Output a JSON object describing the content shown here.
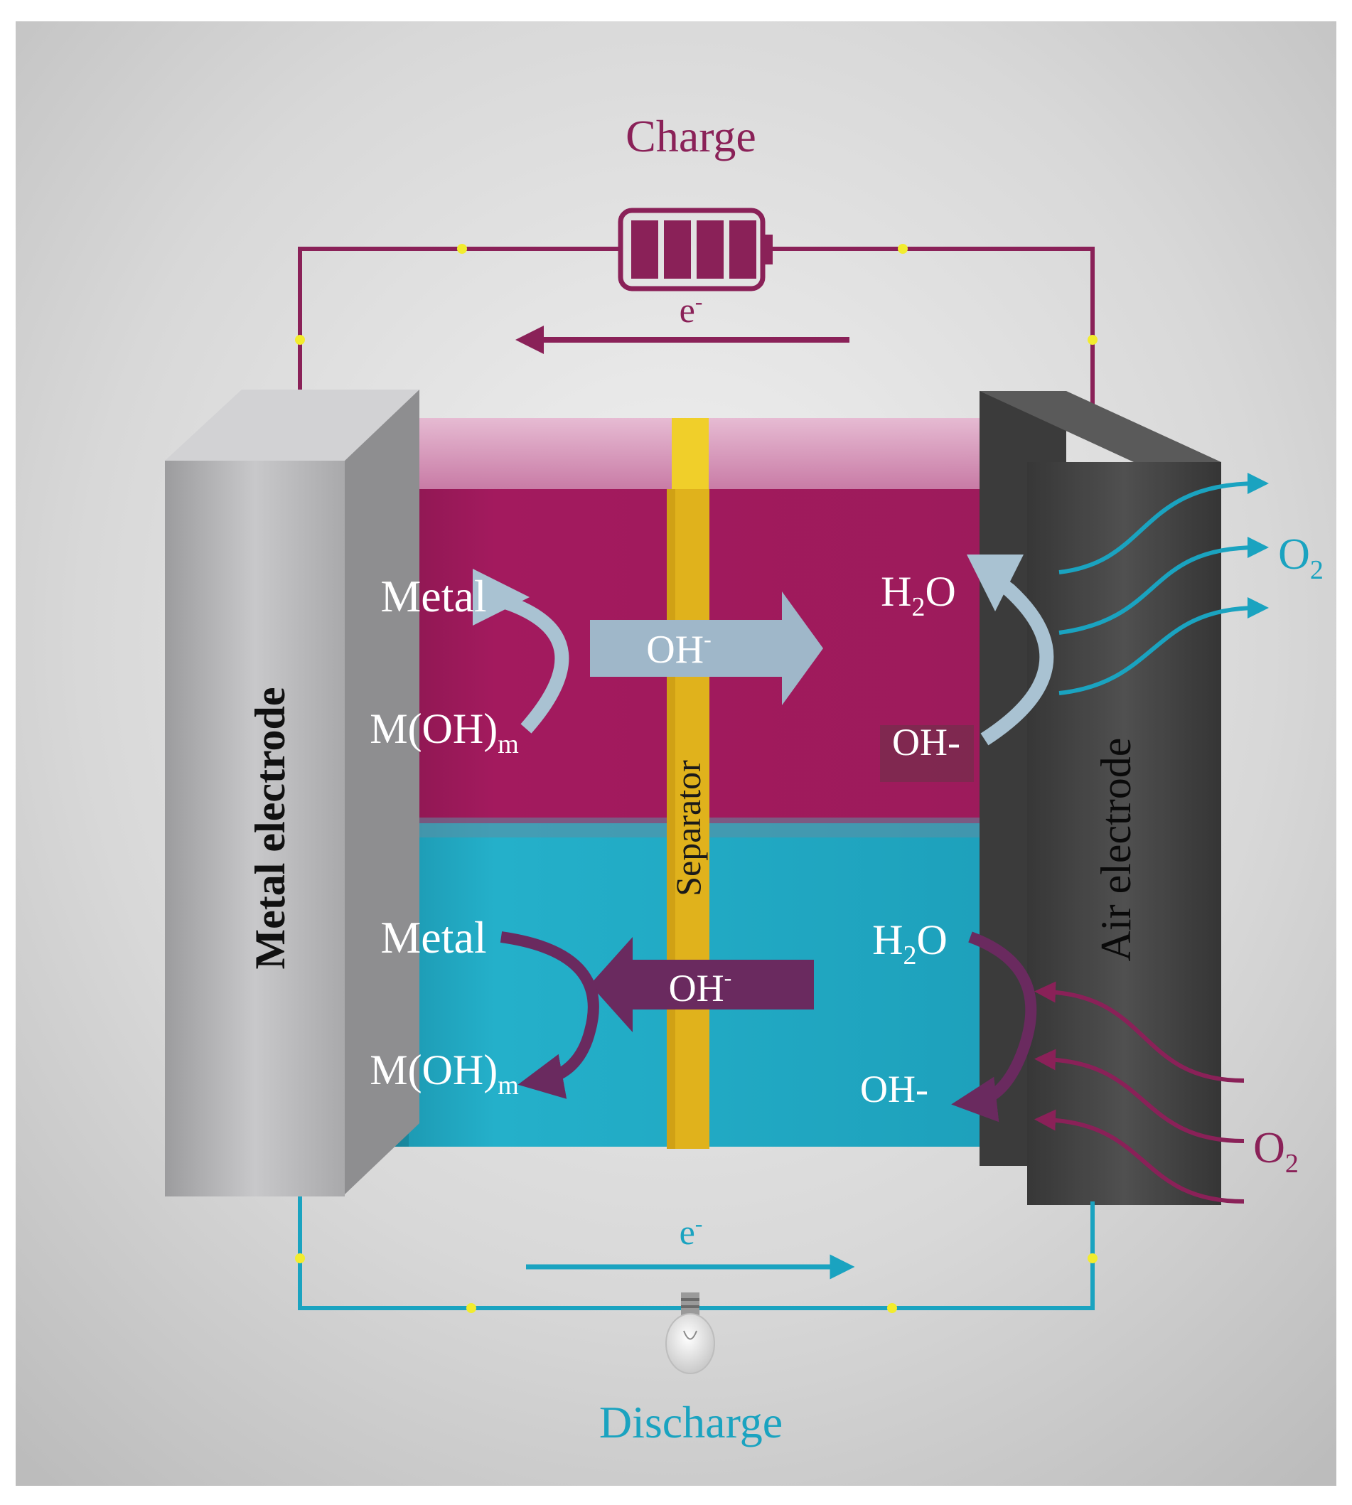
{
  "colors": {
    "charge": "#8a2158",
    "discharge": "#1aa3c0",
    "charge_electrolyte": "#a31a5e",
    "discharge_electrolyte": "#22aac4",
    "separator": "#e0b21c",
    "metal_electrode": "#b7b7b9",
    "air_electrode": "#474747",
    "ion_arrow_charge": "#9fb7c9",
    "ion_arrow_discharge": "#6a2a5f",
    "node": "#f2ec2e",
    "label_white": "#ffffff"
  },
  "circuit": {
    "charge_label": "Charge",
    "discharge_label": "Discharge",
    "electron_top": "e",
    "electron_top_sup": "-",
    "electron_bottom": "e",
    "electron_bottom_sup": "-",
    "charge_source_icon": "battery-icon",
    "discharge_load_icon": "light-bulb-icon"
  },
  "electrodes": {
    "metal": "Metal electrode",
    "air": "Air electrode",
    "separator": "Separator"
  },
  "charge_reaction": {
    "metal": "Metal",
    "hydroxide_base": "M(OH)",
    "hydroxide_sub": "m",
    "ion_base": "OH",
    "ion_sup": "-",
    "water_h": "H",
    "water_sub": "2",
    "water_o": "O",
    "ion_right": "OH-",
    "gas_o": "O",
    "gas_sub": "2"
  },
  "discharge_reaction": {
    "metal": "Metal",
    "hydroxide_base": "M(OH)",
    "hydroxide_sub": "m",
    "ion_base": "OH",
    "ion_sup": "-",
    "water_h": "H",
    "water_sub": "2",
    "water_o": "O",
    "ion_right": "OH-",
    "gas_o": "O",
    "gas_sub": "2"
  }
}
